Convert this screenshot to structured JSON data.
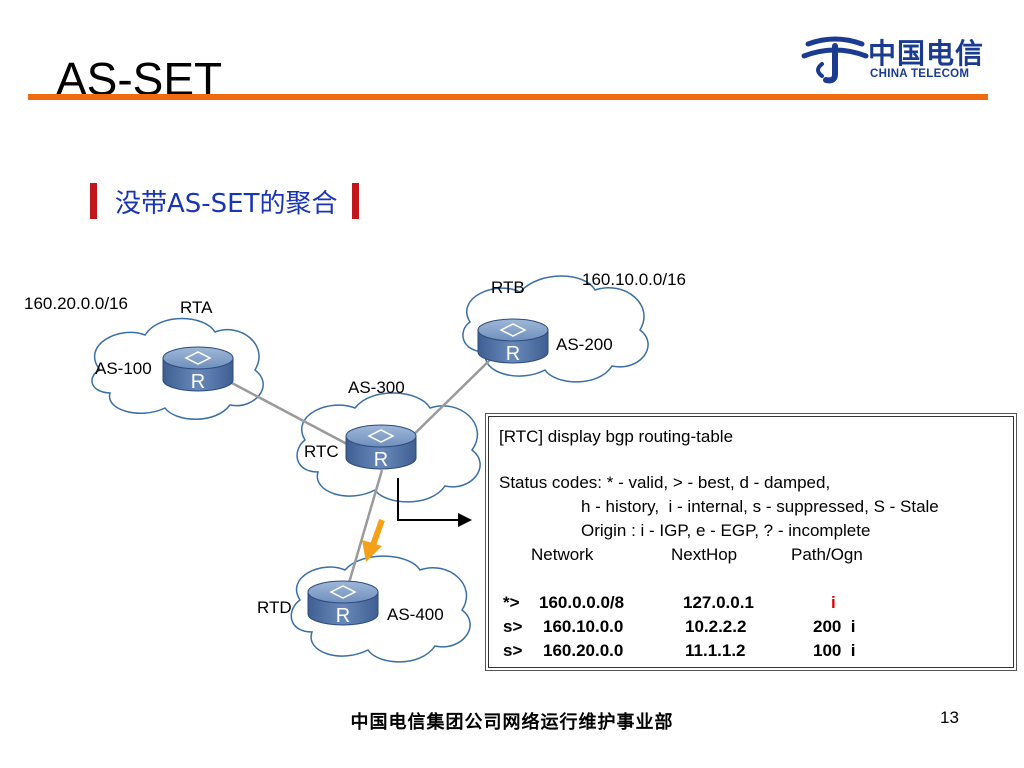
{
  "slide": {
    "title": "AS-SET",
    "subtitle": "没带AS-SET的聚合",
    "footer": "中国电信集团公司网络运行维护事业部",
    "page_number": "13",
    "accent_color": "#f06a10",
    "subtitle_color": "#1a34b8"
  },
  "logo": {
    "chinese": "中国电信",
    "english": "CHINA TELECOM",
    "icon": "china-telecom-logo-icon"
  },
  "diagram": {
    "routers": [
      {
        "name": "RTA",
        "as": "AS-100",
        "network": "160.20.0.0/16",
        "glyph": "R"
      },
      {
        "name": "RTB",
        "as": "AS-200",
        "network": "160.10.0.0/16",
        "glyph": "R"
      },
      {
        "name": "RTC",
        "as": "AS-300",
        "glyph": "R"
      },
      {
        "name": "RTD",
        "as": "AS-400",
        "glyph": "R"
      }
    ]
  },
  "bgp_table": {
    "command": "[RTC] display bgp routing-table",
    "status_line1": "Status codes: * - valid, > - best, d - damped,",
    "status_line2": "h - history,  i - internal, s - suppressed, S - Stale",
    "status_line3": "Origin : i - IGP, e - EGP, ? - incomplete",
    "headers": {
      "network": "Network",
      "nexthop": "NextHop",
      "path": "Path/Ogn"
    },
    "rows": [
      {
        "status": "*>",
        "network": "160.0.0.0/8",
        "nexthop": "127.0.0.1",
        "path": "i"
      },
      {
        "status": "s>",
        "network": "160.10.0.0",
        "nexthop": "10.2.2.2",
        "path": "200  i"
      },
      {
        "status": "s>",
        "network": "160.20.0.0",
        "nexthop": "11.1.1.2",
        "path": "100  i"
      }
    ]
  }
}
